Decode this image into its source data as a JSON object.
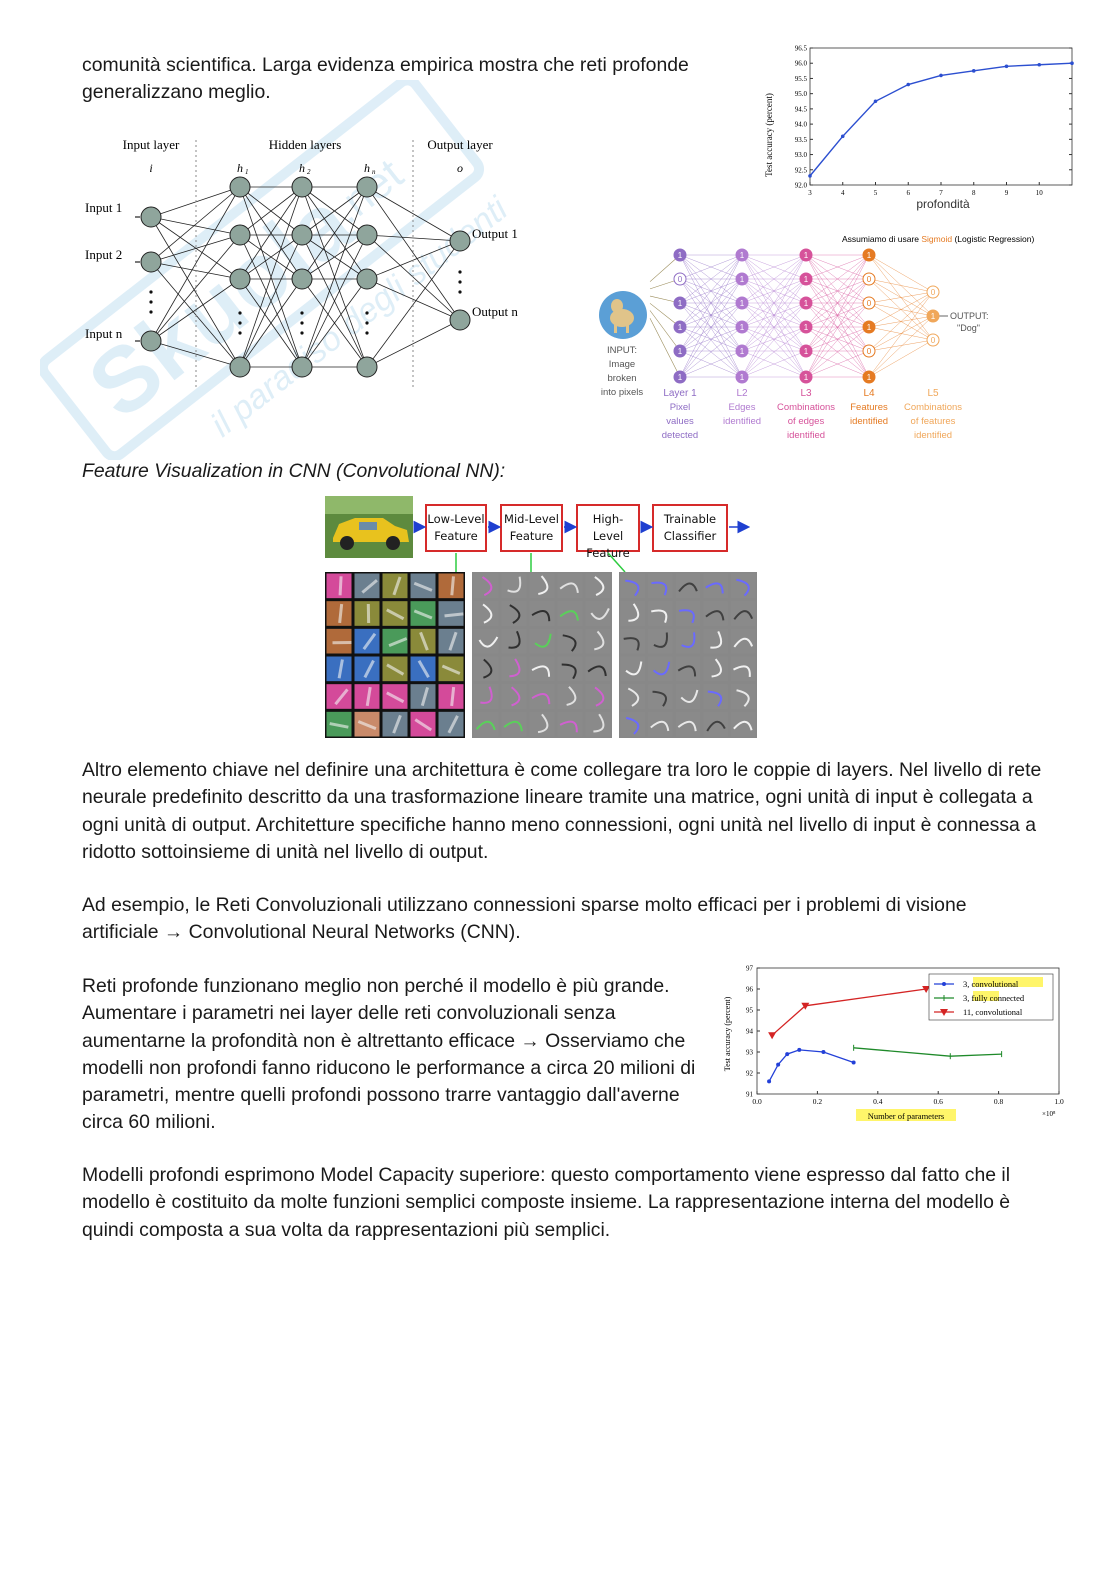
{
  "page": {
    "intro_text": "comunità scientifica. Larga evidenza empirica mostra che reti profonde generalizzano meglio.",
    "cnn_heading": "Feature Visualization in CNN (Convolutional NN):",
    "para1": "Altro elemento chiave nel definire una architettura è come collegare tra loro le coppie di layers. Nel livello di rete neurale predefinito descritto da una trasformazione lineare tramite una matrice, ogni unità di input è collegata a ogni unità di output. Architetture specifiche hanno meno connessioni, ogni unità nel livello di input è connessa a ridotto sottoinsieme di unità nel livello di output.",
    "para2": "Ad esempio, le Reti Convoluzionali utilizzano connessioni sparse molto efficaci per i problemi di visione artificiale → Convolutional Neural Networks (CNN).",
    "para3": "Reti profonde funzionano meglio non perché il modello è più grande. Aumentare i parametri nei layer delle reti convoluzionali senza aumentarne la profondità non è altrettanto efficace → Osserviamo che modelli non profondi fanno riducono le performance a circa 20 milioni di parametri, mentre quelli profondi possono trarre vantaggio dall'averne circa 60 milioni.",
    "para4": "Modelli profondi esprimono Model Capacity superiore: questo comportamento viene espresso dal fatto che il modello è costituito da molte funzioni semplici composte insieme. La rappresentazione interna del modello è quindi composta a sua volta da rappresentazioni più semplici."
  },
  "nn_diagram": {
    "input_layer": "Input layer",
    "hidden_layers": "Hidden layers",
    "output_layer": "Output layer",
    "sym_i": "i",
    "sym_h1": "h",
    "sym_h2": "h",
    "sym_hn": "h",
    "sub_h1": "1",
    "sub_h2": "2",
    "sub_hn": "n",
    "sym_o": "o",
    "input1": "Input 1",
    "input2": "Input 2",
    "inputn": "Input n",
    "output1": "Output 1",
    "outputn": "Output n"
  },
  "dog_diagram": {
    "title_prefix": "Assumiamo di usare ",
    "title_sigmoid": "Sigmoid",
    "title_suffix": " (Logistic Regression)",
    "input_l1": "INPUT:",
    "input_l2": "Image",
    "input_l3": "broken",
    "input_l4": "into pixels",
    "output_l1": "OUTPUT:",
    "output_l2": "\"Dog\"",
    "layers": [
      {
        "name": "Layer 1",
        "desc": [
          "Pixel",
          "values",
          "detected"
        ],
        "color": "#8e6cc4"
      },
      {
        "name": "L2",
        "desc": [
          "Edges",
          "identified"
        ],
        "color": "#b07ad0"
      },
      {
        "name": "L3",
        "desc": [
          "Combinations",
          "of edges",
          "identified"
        ],
        "color": "#d6529a"
      },
      {
        "name": "L4",
        "desc": [
          "Features",
          "identified"
        ],
        "color": "#e57a22"
      },
      {
        "name": "L5",
        "desc": [
          "Combinations",
          "of features",
          "identified"
        ],
        "color": "#f0a75a"
      }
    ],
    "node_one": "1",
    "node_zero": "0"
  },
  "cnn_diagram": {
    "low": [
      "Low-Level",
      "Feature"
    ],
    "mid": [
      "Mid-Level",
      "Feature"
    ],
    "high": [
      "High-Level",
      "Feature"
    ],
    "classifier": [
      "Trainable",
      "Classifier"
    ]
  },
  "chart_data": [
    {
      "type": "line",
      "title": "",
      "xlabel": "profondità",
      "ylabel": "Test accuracy (percent)",
      "x": [
        3,
        4,
        5,
        6,
        7,
        8,
        9,
        10,
        11
      ],
      "series": [
        {
          "values": [
            92.3,
            93.6,
            94.75,
            95.3,
            95.6,
            95.75,
            95.9,
            95.95,
            96.0
          ]
        }
      ],
      "xticks": [
        "3",
        "4",
        "5",
        "6",
        "7",
        "8",
        "9",
        "10"
      ],
      "yticks": [
        "92.0",
        "92.5",
        "93.0",
        "93.5",
        "94.0",
        "94.5",
        "95.0",
        "95.5",
        "96.0",
        "96.5"
      ],
      "xlim": [
        3,
        11
      ],
      "ylim": [
        92.0,
        96.5
      ],
      "color": "#2c4fd0"
    },
    {
      "type": "line",
      "title": "",
      "xlabel": "Number of parameters",
      "ylabel": "Test accuracy (percent)",
      "x_scale_note": "×10⁸",
      "xlim": [
        0.0,
        1.0
      ],
      "ylim": [
        91,
        97
      ],
      "xticks": [
        "0.0",
        "0.2",
        "0.4",
        "0.6",
        "0.8",
        "1.0"
      ],
      "yticks": [
        "91",
        "92",
        "93",
        "94",
        "95",
        "96",
        "97"
      ],
      "legend_position": "top-right",
      "series": [
        {
          "name": "3, convolutional",
          "color": "#2340d8",
          "marker": "dot",
          "x": [
            0.04,
            0.07,
            0.1,
            0.14,
            0.22,
            0.32
          ],
          "y": [
            91.6,
            92.4,
            92.9,
            93.1,
            93.0,
            92.5
          ]
        },
        {
          "name": "3, fully connected",
          "color": "#1f8a2a",
          "marker": "tick",
          "x": [
            0.32,
            0.64,
            0.81
          ],
          "y": [
            93.2,
            92.8,
            92.9
          ]
        },
        {
          "name": "11, convolutional",
          "color": "#d42424",
          "marker": "triangle-down",
          "x": [
            0.05,
            0.16,
            0.56
          ],
          "y": [
            93.8,
            95.2,
            96.0
          ]
        }
      ]
    }
  ]
}
